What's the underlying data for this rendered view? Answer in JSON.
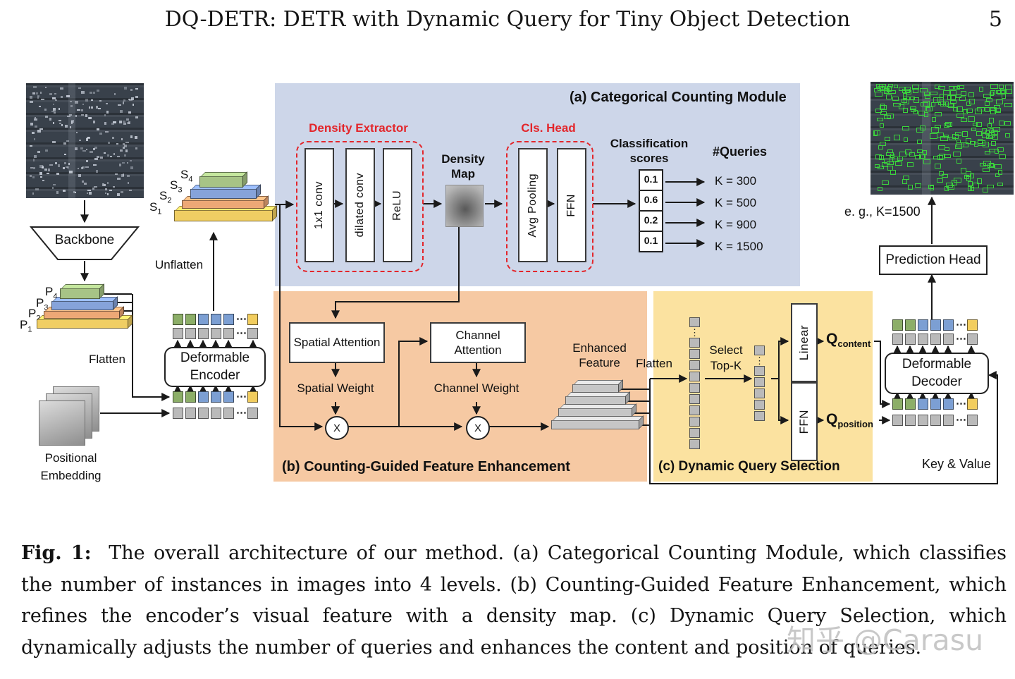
{
  "palette": {
    "mod_a_bg": "#CDD6E9",
    "mod_b_bg": "#F6C9A3",
    "mod_c_bg": "#FBE2A0",
    "accent_red": "#E3262B",
    "tok_green": "#8CAE68",
    "tok_blue": "#7C9FD3",
    "tok_yellow": "#F2CD5E",
    "tok_gray": "#BABABA",
    "slab_yellow": "#F0CE63",
    "slab_orange": "#EDA876",
    "slab_blue": "#86A3DA",
    "slab_green": "#A7C486",
    "slab_gray": "#C6C6C6"
  },
  "header": {
    "title": "DQ-DETR: DETR with Dynamic Query for Tiny Object Detection",
    "page_number": "5"
  },
  "left": {
    "backbone": "Backbone",
    "flatten": "Flatten",
    "unflatten": "Unflatten",
    "positional_embedding": "Positional Embedding",
    "encoder_line1": "Deformable",
    "encoder_line2": "Encoder",
    "p_labels": [
      {
        "base": "P",
        "sub": "4"
      },
      {
        "base": "P",
        "sub": "3"
      },
      {
        "base": "P",
        "sub": "2"
      },
      {
        "base": "P",
        "sub": "1"
      }
    ],
    "s_labels": [
      {
        "base": "S",
        "sub": "4"
      },
      {
        "base": "S",
        "sub": "3"
      },
      {
        "base": "S",
        "sub": "2"
      },
      {
        "base": "S",
        "sub": "1"
      }
    ]
  },
  "module_a": {
    "title": "(a) Categorical Counting Module",
    "density_extractor_label": "Density Extractor",
    "cls_head_label": "Cls. Head",
    "extractor_layers": [
      "1x1 conv",
      "dilated conv",
      "ReLU"
    ],
    "density_map_label": "Density Map",
    "cls_head_layers": [
      "Avg Pooling",
      "FFN"
    ],
    "scores_label": "Classification scores",
    "scores": [
      "0.1",
      "0.6",
      "0.2",
      "0.1"
    ],
    "queries_label": "#Queries",
    "query_options": [
      "K = 300",
      "K = 500",
      "K = 900",
      "K = 1500"
    ]
  },
  "module_b": {
    "title": "(b) Counting-Guided Feature Enhancement",
    "spatial_attention": "Spatial Attention",
    "channel_attention": "Channel Attention",
    "spatial_weight": "Spatial Weight",
    "channel_weight": "Channel Weight",
    "multiply": "X",
    "enhanced_feature": "Enhanced Feature",
    "flatten": "Flatten"
  },
  "module_c": {
    "title": "(c) Dynamic Query Selection",
    "select_topk_line1": "Select",
    "select_topk_line2": "Top-K",
    "linear": "Linear",
    "ffn": "FFN",
    "q_content": {
      "base": "Q",
      "sub": "content"
    },
    "q_position": {
      "base": "Q",
      "sub": "position"
    }
  },
  "right": {
    "example_queries": "e. g., K=1500",
    "prediction_head": "Prediction Head",
    "decoder_line1": "Deformable",
    "decoder_line2": "Decoder",
    "key_value": "Key & Value"
  },
  "tokens": {
    "feature_row": [
      "green",
      "green",
      "blue",
      "blue",
      "blue",
      "dots",
      "yellow"
    ],
    "pos_row": [
      "gray",
      "gray",
      "gray",
      "gray",
      "gray",
      "dots",
      "gray"
    ],
    "c_col_full": [
      "gray",
      "vdots",
      "gray",
      "gray",
      "gray",
      "gray",
      "gray",
      "gray",
      "gray",
      "gray",
      "gray",
      "gray"
    ],
    "c_col_topk": [
      "gray",
      "vdots",
      "gray",
      "gray",
      "gray",
      "gray",
      "gray"
    ]
  },
  "caption": {
    "prefix": "Fig. 1:",
    "text": "The overall architecture of our method. (a) Categorical Counting Module, which classifies the number of instances in images into 4 levels. (b) Counting-Guided Feature Enhancement, which refines the encoder’s visual feature with a density map. (c) Dynamic Query Selection, which dynamically adjusts the number of queries and enhances the content and position of queries."
  },
  "watermark": "知乎 @Carasu"
}
